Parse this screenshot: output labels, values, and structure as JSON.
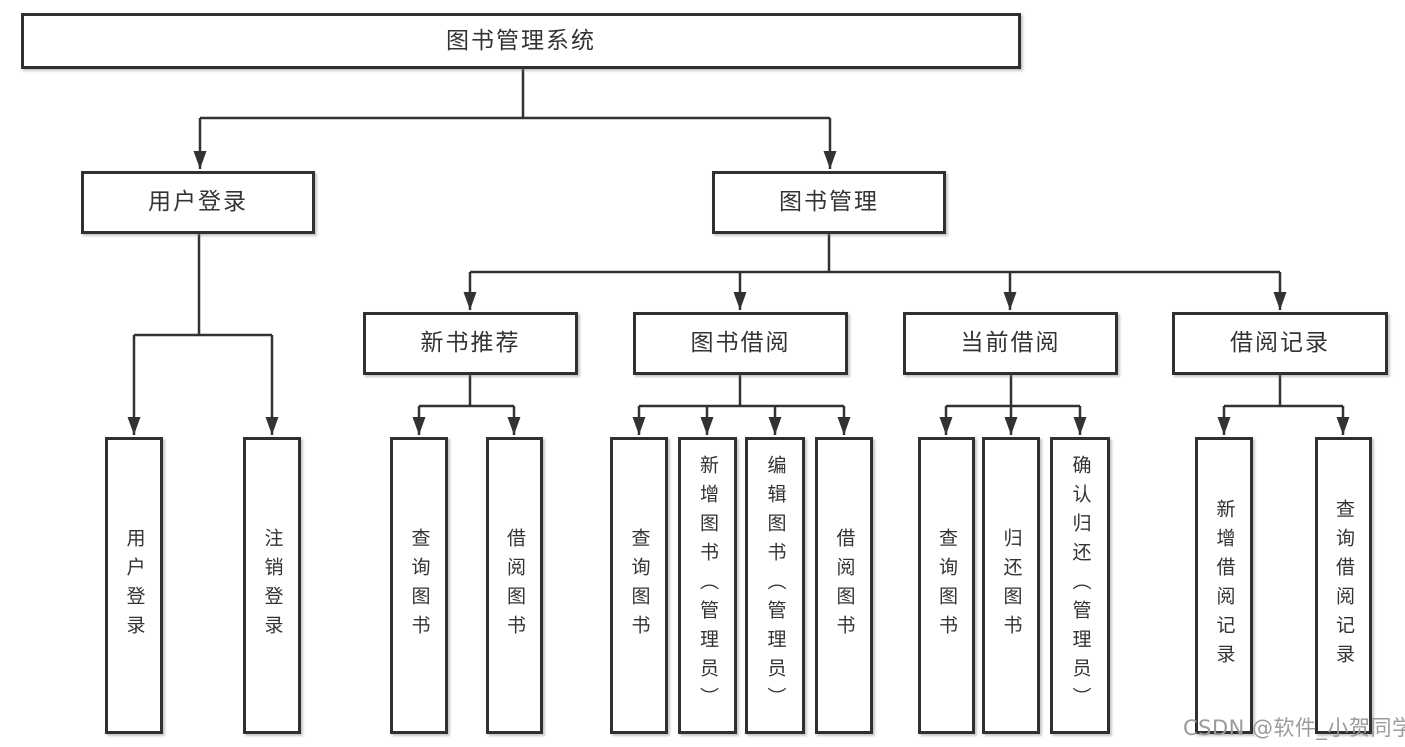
{
  "diagram": {
    "root": {
      "label": "图书管理系统"
    },
    "level2": [
      {
        "label": "用户登录"
      },
      {
        "label": "图书管理"
      }
    ],
    "level3": [
      {
        "label": "新书推荐",
        "parent": "图书管理"
      },
      {
        "label": "图书借阅",
        "parent": "图书管理"
      },
      {
        "label": "当前借阅",
        "parent": "图书管理"
      },
      {
        "label": "借阅记录",
        "parent": "图书管理"
      }
    ],
    "leaves": [
      {
        "label": "用户登录",
        "parent": "用户登录"
      },
      {
        "label": "注销登录",
        "parent": "用户登录"
      },
      {
        "label": "查询图书",
        "parent": "新书推荐"
      },
      {
        "label": "借阅图书",
        "parent": "新书推荐"
      },
      {
        "label": "查询图书",
        "parent": "图书借阅"
      },
      {
        "label": "新增图书（管理员）",
        "parent": "图书借阅"
      },
      {
        "label": "编辑图书（管理员）",
        "parent": "图书借阅"
      },
      {
        "label": "借阅图书",
        "parent": "图书借阅"
      },
      {
        "label": "查询图书",
        "parent": "当前借阅"
      },
      {
        "label": "归还图书",
        "parent": "当前借阅"
      },
      {
        "label": "确认归还（管理员）",
        "parent": "当前借阅"
      },
      {
        "label": "新增借阅记录",
        "parent": "借阅记录"
      },
      {
        "label": "查询借阅记录",
        "parent": "借阅记录"
      }
    ]
  },
  "watermark": {
    "text": "CSDN @软件_小贺同学"
  },
  "colors": {
    "line": "#323232",
    "box_border": "#303030",
    "text": "#333333",
    "watermark": "#9b9b9b",
    "background": "#ffffff"
  }
}
